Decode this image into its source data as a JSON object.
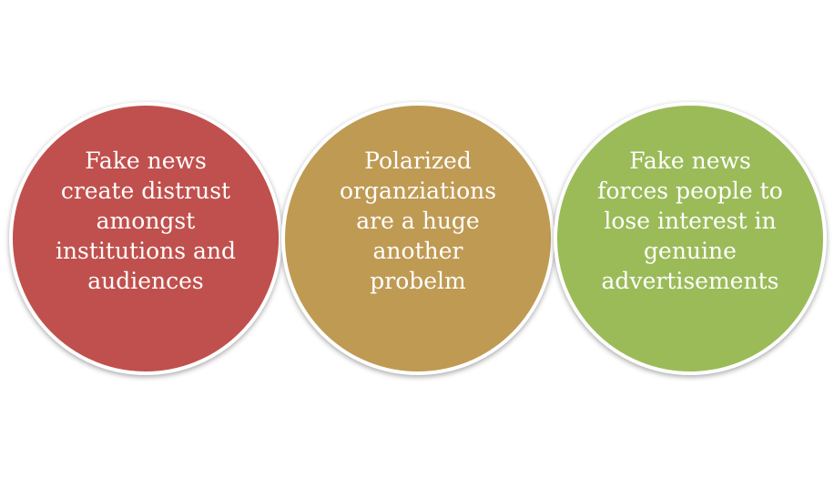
{
  "circles": [
    {
      "text": "Fake news\ncreate distrust\namongst\ninstitutions and\naudiences",
      "color": "#c0504d"
    },
    {
      "text": "Polarized\norganziations\nare a huge\nanother\nprobelm",
      "color": "#bf9a53"
    },
    {
      "text": "Fake news\nforces people to\nlose interest in\ngenuine\nadvertisements",
      "color": "#9bbb59"
    }
  ]
}
